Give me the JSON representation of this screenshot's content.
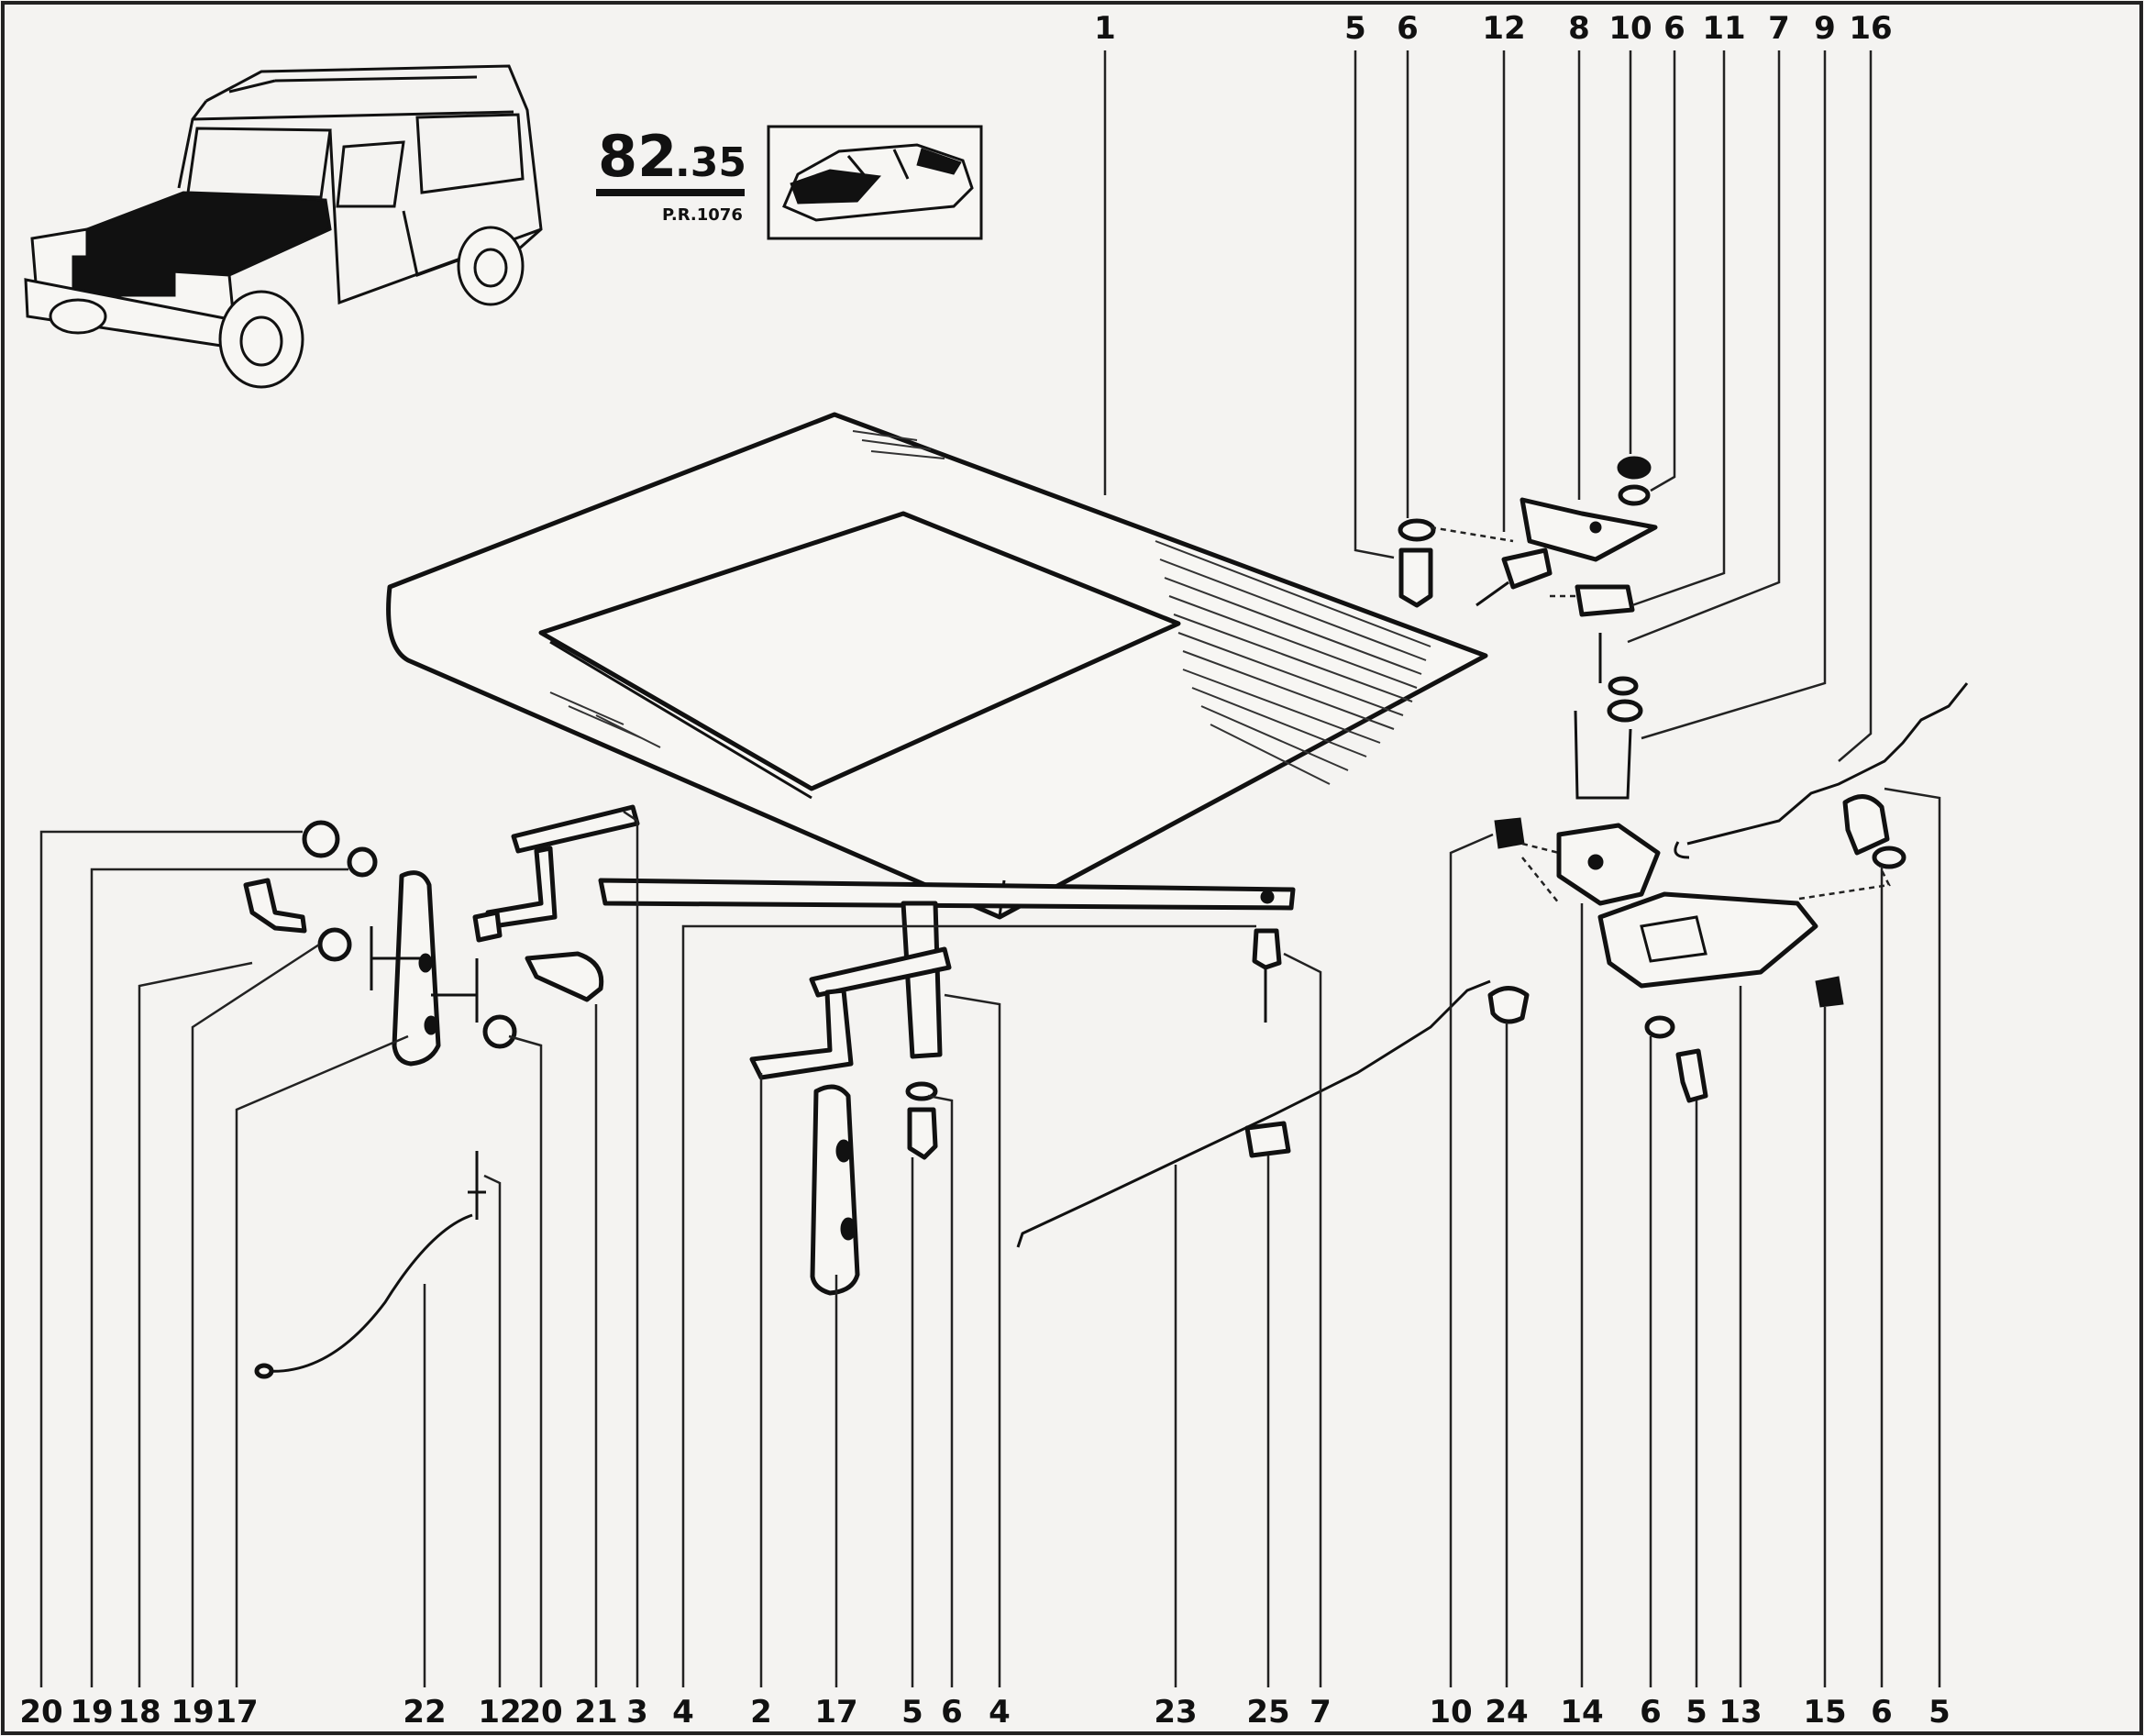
{
  "reference": {
    "page_number": "82",
    "page_suffix": ".35",
    "plate_code": "P.R.1076"
  },
  "top_callouts": [
    "1",
    "5",
    "6",
    "12",
    "8",
    "10",
    "6",
    "11",
    "7",
    "9",
    "16"
  ],
  "bottom_callouts": [
    "20",
    "19",
    "18",
    "19",
    "17",
    "22",
    "12",
    "20",
    "21",
    "3",
    "4",
    "2",
    "17",
    "5",
    "6",
    "4",
    "23",
    "25",
    "7",
    "10",
    "24",
    "14",
    "6",
    "5",
    "13",
    "15",
    "6",
    "5"
  ],
  "icons": {
    "vehicle": "off-road-utility-vehicle-illustration",
    "location": "car-body-bonnet-location-icon",
    "parts": "bonnet-and-latch-exploded-view"
  }
}
